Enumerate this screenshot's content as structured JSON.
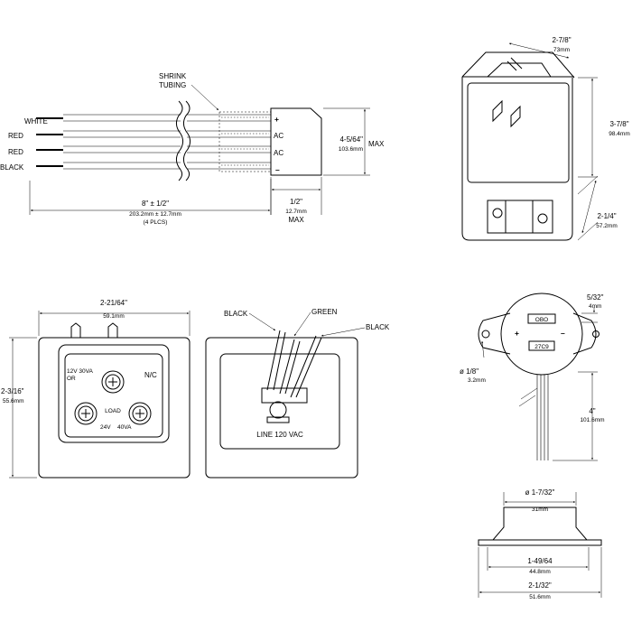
{
  "wire_view": {
    "wire_labels": [
      "WHITE",
      "RED",
      "RED",
      "BLACK"
    ],
    "shrink_label_line1": "SHRINK",
    "shrink_label_line2": "TUBING",
    "terminal_labels": [
      "+",
      "AC",
      "AC",
      "–"
    ],
    "length_dim": "8\" ± 1/2\"",
    "length_dim_mm": "203.2mm ± 12.7mm",
    "length_dim_note": "(4 PLCS)",
    "height_dim": "4-5/64\"",
    "height_dim_mm": "103.6mm",
    "height_dim_max": "MAX",
    "depth_dim": "1/2\"",
    "depth_dim_mm": "12.7mm",
    "depth_dim_max": "MAX"
  },
  "iso_view": {
    "width_dim": "2-7/8\"",
    "width_dim_mm": "73mm",
    "height_dim": "3-7/8\"",
    "height_dim_mm": "98.4mm",
    "depth_dim": "2-1/4\"",
    "depth_dim_mm": "57.2mm"
  },
  "front_view": {
    "width_dim": "2-21/64\"",
    "width_dim_mm": "59.1mm",
    "height_dim": "2-3/16\"",
    "height_dim_mm": "55.6mm",
    "text_12v": "12V 30VA",
    "text_or": "OR",
    "text_nc": "N/C",
    "text_load": "LOAD",
    "text_24v": "24V",
    "text_40va": "40VA"
  },
  "back_view": {
    "label_black_left": "BLACK",
    "label_green": "GREEN",
    "label_black_right": "BLACK",
    "label_line": "LINE 120 VAC"
  },
  "top_round_view": {
    "badge": "OBO",
    "code": "27C9",
    "plus": "+",
    "minus": "–",
    "slot_dim": "5/32\"",
    "slot_dim_mm": "4mm",
    "hole_dim": "ø  1/8\"",
    "hole_dim_mm": "3.2mm",
    "lead_dim": "4\"",
    "lead_dim_mm": "101.6mm"
  },
  "side_round_view": {
    "dia_dim": "ø  1-7/32\"",
    "dia_dim_mm": "31mm",
    "inner_dim": "1-49/64",
    "inner_dim_mm": "44.8mm",
    "outer_dim": "2-1/32\"",
    "outer_dim_mm": "51.6mm"
  }
}
